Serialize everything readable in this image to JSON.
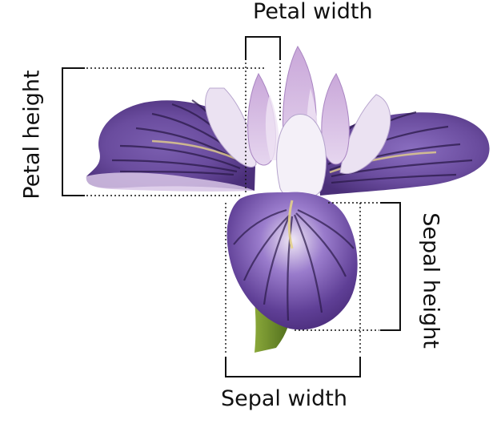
{
  "labels": {
    "petal_width": "Petal width",
    "petal_height": "Petal height",
    "sepal_height": "Sepal height",
    "sepal_width": "Sepal width"
  },
  "colors": {
    "petal_dark": "#5b3b8e",
    "petal_mid": "#8f6cc0",
    "petal_light": "#d9c5e6",
    "vein": "#2b1a4a",
    "stem": "#6b8a2a",
    "bracket": "#111111"
  }
}
